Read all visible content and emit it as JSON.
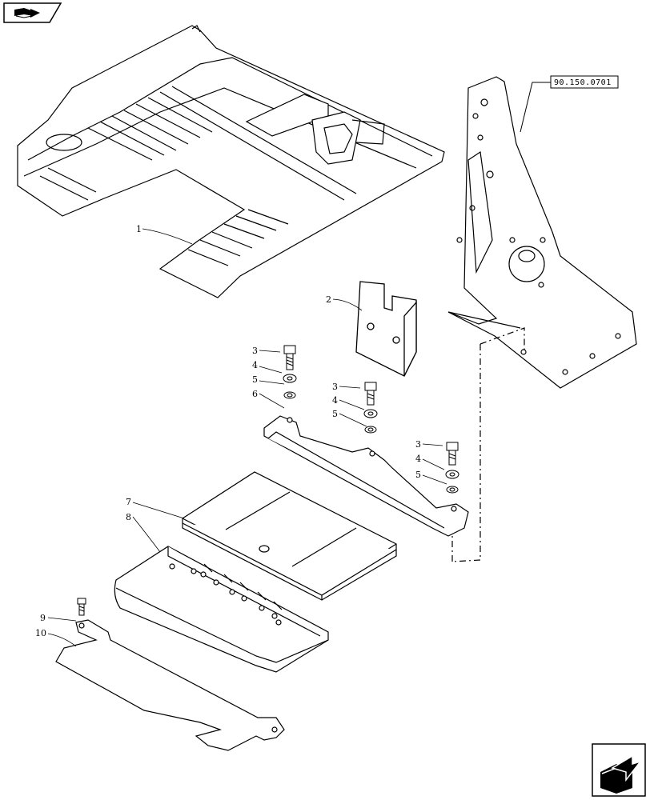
{
  "nav": {
    "back_icon": "book-arrow-back-icon",
    "next_icon": "box-arrow-forward-icon"
  },
  "reference": {
    "label": "90.150.0701"
  },
  "callouts": [
    {
      "id": "c1",
      "text": "1"
    },
    {
      "id": "c2",
      "text": "2"
    },
    {
      "id": "c3a",
      "text": "3"
    },
    {
      "id": "c4a",
      "text": "4"
    },
    {
      "id": "c5a",
      "text": "5"
    },
    {
      "id": "c6",
      "text": "6"
    },
    {
      "id": "c3b",
      "text": "3"
    },
    {
      "id": "c4b",
      "text": "4"
    },
    {
      "id": "c5b",
      "text": "5"
    },
    {
      "id": "c3c",
      "text": "3"
    },
    {
      "id": "c4c",
      "text": "4"
    },
    {
      "id": "c5c",
      "text": "5"
    },
    {
      "id": "c7",
      "text": "7"
    },
    {
      "id": "c8",
      "text": "8"
    },
    {
      "id": "c9",
      "text": "9"
    },
    {
      "id": "c10",
      "text": "10"
    }
  ]
}
